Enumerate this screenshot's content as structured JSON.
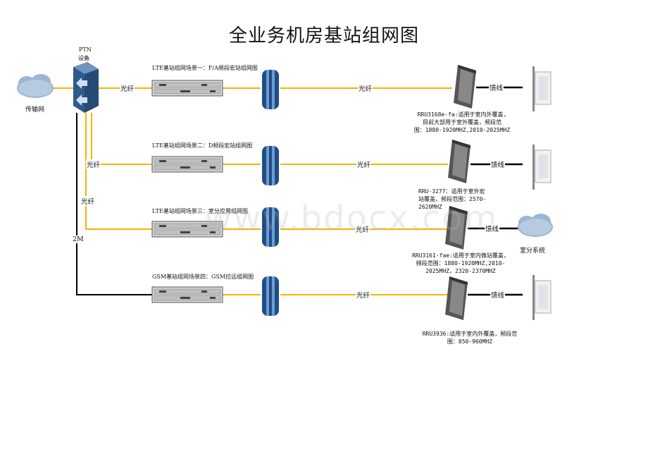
{
  "title": "全业务机房基站组网图",
  "transport": {
    "label": "传输网"
  },
  "ptn": {
    "line1": "PTN",
    "line2": "设备"
  },
  "scenarios": [
    {
      "title": "LTE基站组网场景一：F/A频段宏站组网图",
      "link_left": "光纤",
      "link_right": "光纤",
      "feeder": "馈线",
      "rru_desc": [
        "RRU3168e-fa:适用于室内外覆盖,",
        "目前大部用于室外覆盖，频段范",
        "围：1880-1920MHZ,2010-2025MHZ"
      ]
    },
    {
      "title": "LTE基站组网场景二：D频段宏站组网图",
      "link_left": "光纤",
      "link_right": "光纤",
      "feeder": "馈线",
      "rru_desc": [
        "RRU-3277：适用于室外宏",
        "站覆盖，频段范围：2570-",
        "2620MHZ"
      ]
    },
    {
      "title": "LTE基站组网场景三：室分应用组网图",
      "link_left": "光纤",
      "link_right": "光纤",
      "feeder": "馈线",
      "rru_desc": [
        "RRU3161-fae:适用于室内微站覆盖，",
        "频段范围：1880-1920MHZ,2010-",
        "2025MHZ，2320-2370MHZ"
      ],
      "end_label": "室分系统"
    },
    {
      "title": "GSM基站组网场景四：GSM拉远组网图",
      "link_left": "2M",
      "link_right": "光纤",
      "feeder": "馈线",
      "rru_desc": [
        "RRU3936:适用于室内外覆盖，频段范",
        "围：850-960MHZ"
      ]
    }
  ],
  "watermark": "www.bdocx.com",
  "colors": {
    "fiber": "#f5b400",
    "copper": "#000000",
    "cloud": "#8aa9c9",
    "ptn": "#2f5a8c"
  }
}
